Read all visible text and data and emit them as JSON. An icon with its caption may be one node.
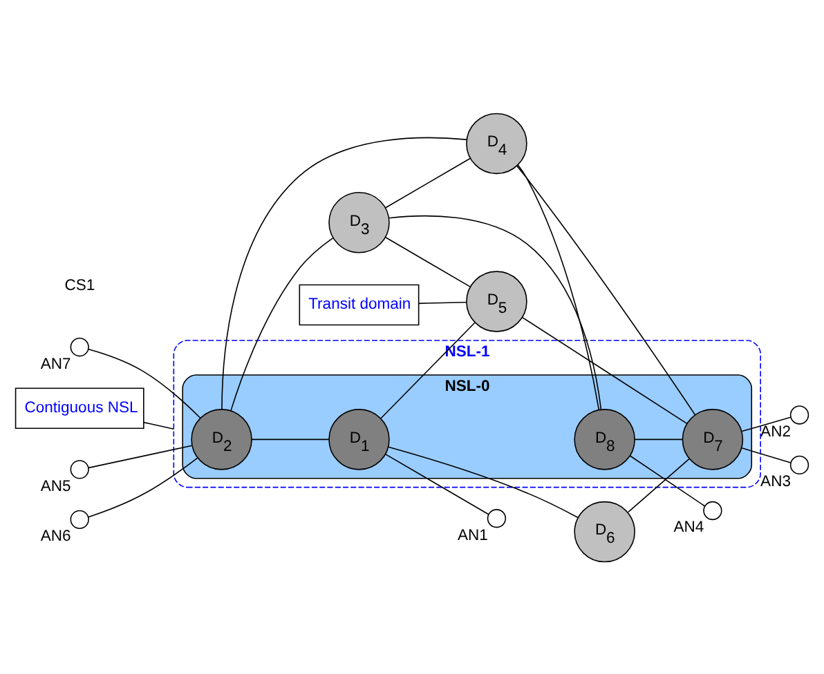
{
  "diagram": {
    "nodes": [
      {
        "text": [
          "NSL-1"
        ]
      },
      {
        "text": [
          "NSL-0"
        ],
        "in": 0
      },
      {
        "text": [
          "D$_{2}$"
        ],
        "in": 1
      },
      {
        "text": [
          "D$_{3}$"
        ]
      },
      {
        "text": [
          "D$_{1}$"
        ],
        "in": 1
      },
      {
        "text": [
          "D$_{5}$"
        ]
      },
      {
        "text": [
          "D$_{4}$"
        ]
      },
      {
        "text": [
          "D$_{8}$"
        ],
        "in": 1
      },
      {
        "text": [
          "D$_{6}$"
        ]
      },
      {
        "text": [
          "D$_{7}$"
        ],
        "in": 1
      },
      {
        "text": [],
        "shape": "circle",
        "beside": [
          "AN5"
        ]
      },
      {
        "text": [],
        "shape": "circle",
        "beside": [
          "AN6"
        ]
      },
      {
        "text": [],
        "shape": "circle",
        "beside": [
          "AN7"
        ]
      },
      {
        "text": [],
        "shape": "circle",
        "beside": [
          "AN1"
        ]
      },
      {
        "text": [],
        "shape": "circle",
        "beside": [
          "AN4"
        ]
      },
      {
        "text": [],
        "shape": "circle",
        "beside": [
          "AN2"
        ]
      },
      {
        "text": [],
        "shape": "circle",
        "beside": [
          "AN3"
        ]
      },
      {
        "text": [
          "Contiguous NSL"
        ]
      },
      {
        "text": [
          "Transit domain"
        ]
      }
    ],
    "edges": [
      {
        "from": 10,
        "to": 2,
        "arrow": "none"
      },
      {
        "from": 11,
        "to": 2,
        "arrow": "none"
      },
      {
        "from": 12,
        "to": 2,
        "arrow": "none"
      },
      {
        "from": 2,
        "to": 3,
        "arrow": "none"
      },
      {
        "from": 2,
        "to": 4,
        "arrow": "none"
      },
      {
        "from": 2,
        "to": 6,
        "arrow": "none"
      },
      {
        "from": 3,
        "to": 5,
        "arrow": "none"
      },
      {
        "from": 3,
        "to": 6,
        "arrow": "none"
      },
      {
        "from": 3,
        "to": 7,
        "arrow": "none"
      },
      {
        "from": 4,
        "to": 5,
        "arrow": "none"
      },
      {
        "from": 4,
        "to": 13,
        "arrow": "none"
      },
      {
        "from": 4,
        "to": 8,
        "arrow": "none"
      },
      {
        "from": 6,
        "to": 7,
        "arrow": "none"
      },
      {
        "from": 5,
        "to": 9,
        "arrow": "none"
      },
      {
        "from": 6,
        "to": 9,
        "arrow": "none"
      },
      {
        "from": 7,
        "to": 14,
        "arrow": "none"
      },
      {
        "from": 7,
        "to": 9,
        "arrow": "none"
      },
      {
        "from": 8,
        "to": 9,
        "arrow": "none"
      },
      {
        "from": 9,
        "to": 15,
        "arrow": "none"
      },
      {
        "from": 9,
        "to": 16,
        "arrow": "none"
      },
      {
        "from": 17,
        "to": 0,
        "arrow": "none"
      },
      {
        "from": 18,
        "to": 5,
        "arrow": "none"
      }
    ],
    "labels": [
      "CS1"
    ]
  }
}
